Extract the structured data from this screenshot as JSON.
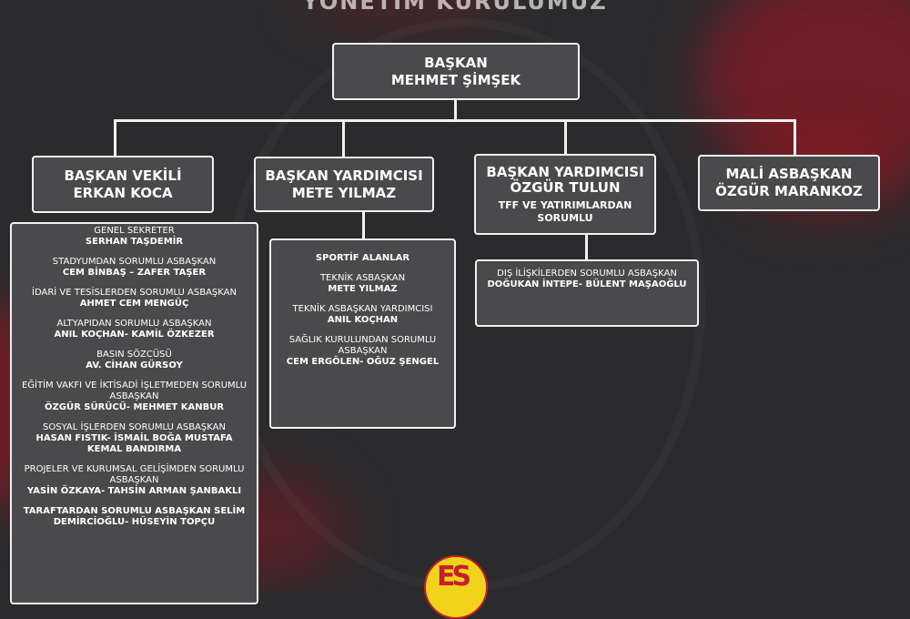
{
  "title": "YÖNETİM KURULUMUZ",
  "president": {
    "title": "BAŞKAN",
    "name": "MEHMET ŞİMŞEK"
  },
  "vice": {
    "title": "BAŞKAN VEKİLİ",
    "name": "ERKAN KOCA"
  },
  "deputy1": {
    "title": "BAŞKAN YARDIMCISI",
    "name": "METE YILMAZ"
  },
  "deputy2": {
    "title": "BAŞKAN YARDIMCISI",
    "name": "ÖZGÜR TULUN",
    "sub": "TFF VE YATIRIMLARDAN SORUMLU"
  },
  "finance": {
    "title": "MALİ ASBAŞKAN",
    "name": "ÖZGÜR MARANKOZ"
  },
  "vice_list": [
    {
      "role": "GENEL SEKRETER",
      "names": "SERHAN TAŞDEMİR"
    },
    {
      "role": "STADYUMDAN SORUMLU ASBAŞKAN",
      "names": "CEM BİNBAŞ – ZAFER TAŞER"
    },
    {
      "role": "İDARİ VE TESİSLERDEN SORUMLU ASBAŞKAN",
      "names": "AHMET CEM MENGÜÇ"
    },
    {
      "role": "ALTYAPIDAN SORUMLU ASBAŞKAN",
      "names": "ANIL KOÇHAN- KAMİL ÖZKEZER"
    },
    {
      "role": "BASIN SÖZCÜSÜ",
      "names": "AV. CİHAN GÜRSOY"
    },
    {
      "role": "EĞİTİM VAKFI VE İKTİSADİ İŞLETMEDEN SORUMLU ASBAŞKAN",
      "names": "ÖZGÜR SÜRÜCÜ- MEHMET KANBUR"
    },
    {
      "role": "SOSYAL İŞLERDEN SORUMLU ASBAŞKAN",
      "names": "HASAN FISTIK- İSMAİL BOĞA MUSTAFA KEMAL BANDIRMA"
    },
    {
      "role": "PROJELER VE KURUMSAL GELİŞİMDEN SORUMLU ASBAŞKAN",
      "names": "YASİN ÖZKAYA- TAHSİN ARMAN ŞANBAKLI"
    },
    {
      "role": "",
      "names": "TARAFTARDAN SORUMLU ASBAŞKAN SELİM DEMİRCİOĞLU- HÜSEYİN TOPÇU"
    }
  ],
  "deputy1_list": [
    {
      "role": "",
      "names": "SPORTİF ALANLAR"
    },
    {
      "role": "TEKNİK ASBAŞKAN",
      "names": "METE YILMAZ"
    },
    {
      "role": "TEKNİK ASBAŞKAN YARDIMCISI",
      "names": "ANIL KOÇHAN"
    },
    {
      "role": "SAĞLIK KURULUNDAN SORUMLU ASBAŞKAN",
      "names": "CEM ERGÖLEN- OĞUZ ŞENGEL"
    }
  ],
  "deputy2_list": [
    {
      "role": "DIŞ İLİŞKİLERDEN SORUMLU ASBAŞKAN",
      "names": "DOĞUKAN İNTEPE- BÜLENT MAŞAOĞLU"
    }
  ],
  "logo_text": "ES",
  "colors": {
    "background": "#2b2b2d",
    "box": "#4a4a4c",
    "border": "#f1f1f1",
    "accent_red": "#c61e2a",
    "logo_yellow": "#f2d31b"
  }
}
